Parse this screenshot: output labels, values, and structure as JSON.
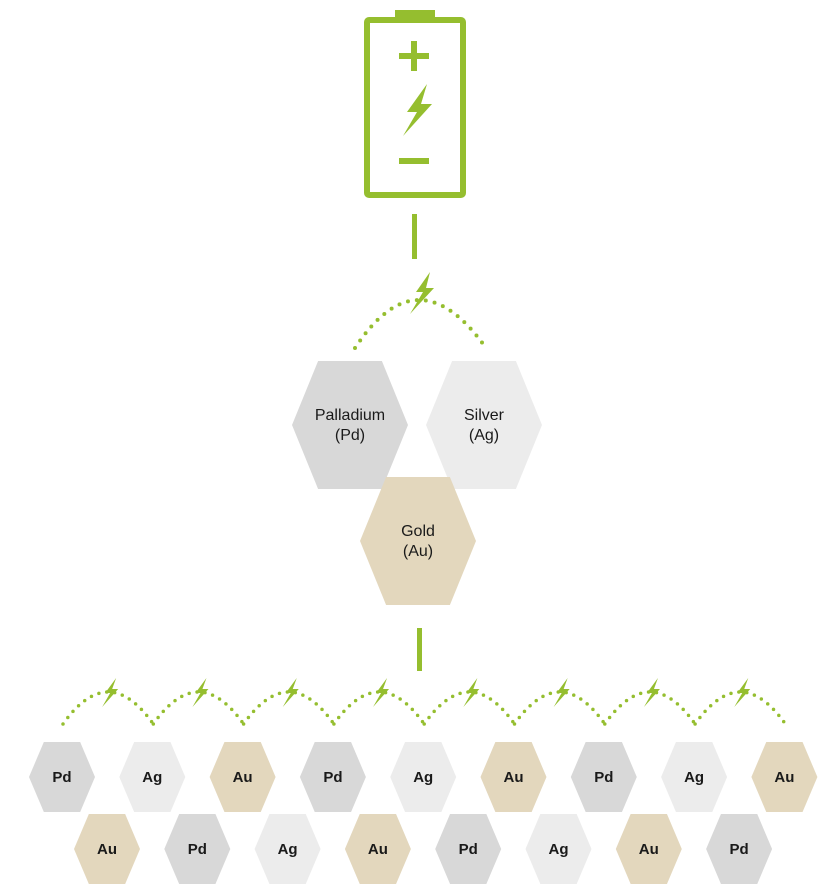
{
  "colors": {
    "green": "#95be2f",
    "palladium": "#d8d8d8",
    "silver": "#ececec",
    "gold": "#e3d7bd",
    "text": "#1a1a1a"
  },
  "battery": {
    "icon": "battery-icon",
    "plus_symbol": "plus-icon",
    "bolt_symbol": "lightning-bolt-icon",
    "minus_symbol": "minus-icon"
  },
  "alloy": {
    "palladium": {
      "line1": "Palladium",
      "line2": "(Pd)",
      "color": "#d8d8d8"
    },
    "silver": {
      "line1": "Silver",
      "line2": "(Ag)",
      "color": "#ececec"
    },
    "gold": {
      "line1": "Gold",
      "line2": "(Au)",
      "color": "#e3d7bd"
    }
  },
  "lattice": {
    "row1": [
      "Pd",
      "Ag",
      "Au",
      "Pd",
      "Ag",
      "Au",
      "Pd",
      "Ag",
      "Au"
    ],
    "row2": [
      "Au",
      "Pd",
      "Ag",
      "Au",
      "Pd",
      "Ag",
      "Au",
      "Pd"
    ]
  },
  "element_colors": {
    "Pd": "#d8d8d8",
    "Ag": "#ececec",
    "Au": "#e3d7bd"
  }
}
